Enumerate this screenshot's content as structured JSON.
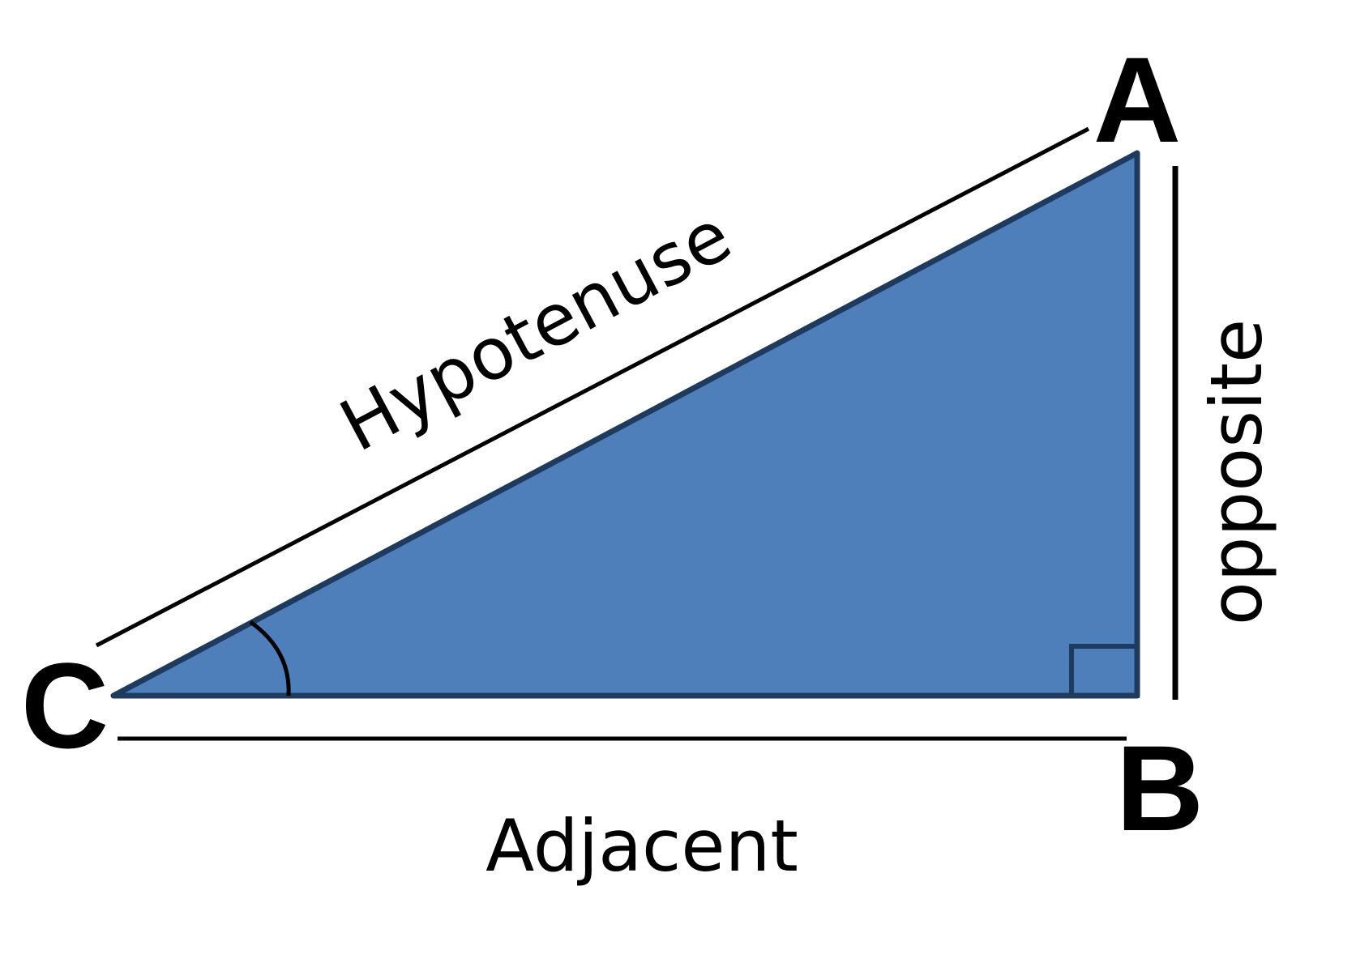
{
  "colors": {
    "triangle_fill": "#4f7fba",
    "triangle_stroke": "#1f3a5f",
    "line": "#000000",
    "background": "#ffffff"
  },
  "vertices": {
    "a": "A",
    "b": "B",
    "c": "C"
  },
  "sides": {
    "hypotenuse": "Hypotenuse",
    "opposite": "opposite",
    "adjacent": "Adjacent"
  },
  "markers": [
    "angle-arc",
    "right-angle-square"
  ]
}
